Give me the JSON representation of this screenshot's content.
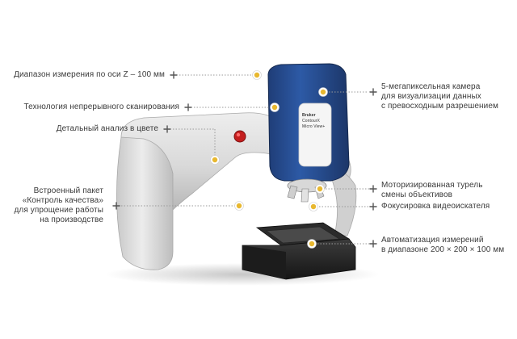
{
  "product": {
    "brand_lines": [
      "Bruker",
      "ContourX",
      "Micro View+"
    ]
  },
  "annotations": {
    "z_range": "Диапазон измерения по оси Z – 100 мм",
    "continuous_scan": "Технология непрерывного сканирования",
    "color_analysis": "Детальный анализ в цвете",
    "qc_package": [
      "Встроенный пакет",
      "«Контроль качества»",
      "для упрощение работы",
      "на производстве"
    ],
    "camera": [
      "5-мегапиксельная камера",
      "для визуализации данных",
      "с превосходным разрешением"
    ],
    "turret": [
      "Моторизированная турель",
      "смены объективов"
    ],
    "viewfinder": "Фокусировка видеоискателя",
    "automation": [
      "Автоматизация измерений",
      "в диапазоне 200 × 200 × 100 мм"
    ]
  },
  "colors": {
    "marker_fill": "#e8b830",
    "marker_ring": "#ffffff",
    "leader": "#9a9a9a",
    "body_blue": "#2a4f94"
  },
  "icons": {
    "plus": "plus-icon",
    "marker": "callout-dot-icon"
  }
}
